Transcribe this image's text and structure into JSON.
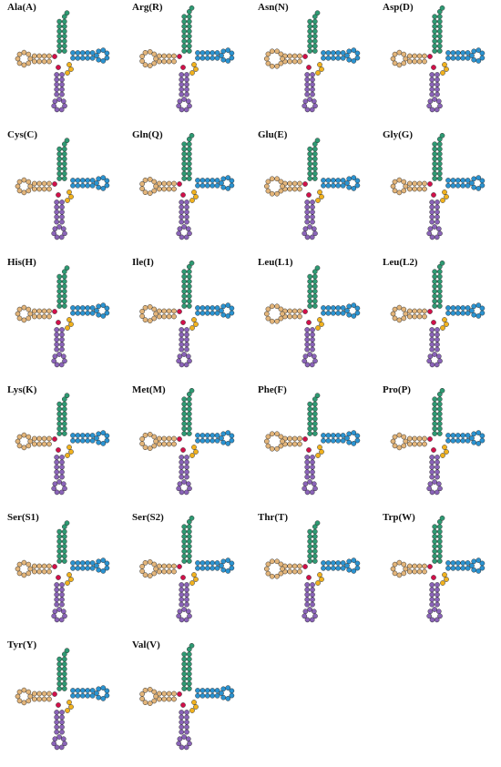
{
  "figure": {
    "panels": [
      {
        "label": "Ala(A)"
      },
      {
        "label": "Arg(R)"
      },
      {
        "label": "Asn(N)"
      },
      {
        "label": "Asp(D)"
      },
      {
        "label": "Cys(C)"
      },
      {
        "label": "Gln(Q)"
      },
      {
        "label": "Glu(E)"
      },
      {
        "label": "Gly(G)"
      },
      {
        "label": "His(H)"
      },
      {
        "label": "Ile(I)"
      },
      {
        "label": "Leu(L1)"
      },
      {
        "label": "Leu(L2)"
      },
      {
        "label": "Lys(K)"
      },
      {
        "label": "Met(M)"
      },
      {
        "label": "Phe(F)"
      },
      {
        "label": "Pro(P)"
      },
      {
        "label": "Ser(S1)"
      },
      {
        "label": "Ser(S2)"
      },
      {
        "label": "Thr(T)"
      },
      {
        "label": "Trp(W)"
      },
      {
        "label": "Tyr(Y)"
      },
      {
        "label": "Val(V)"
      }
    ]
  },
  "colors": {
    "acceptor_stem": "#2e9a73",
    "dhu_arm": "#e3b57a",
    "anticodon_arm": "#8a63b8",
    "tpsic_arm": "#2a93d1",
    "connector_red": "#d2104a",
    "variable_loop": "#f1b21e",
    "outline": "#333333"
  }
}
